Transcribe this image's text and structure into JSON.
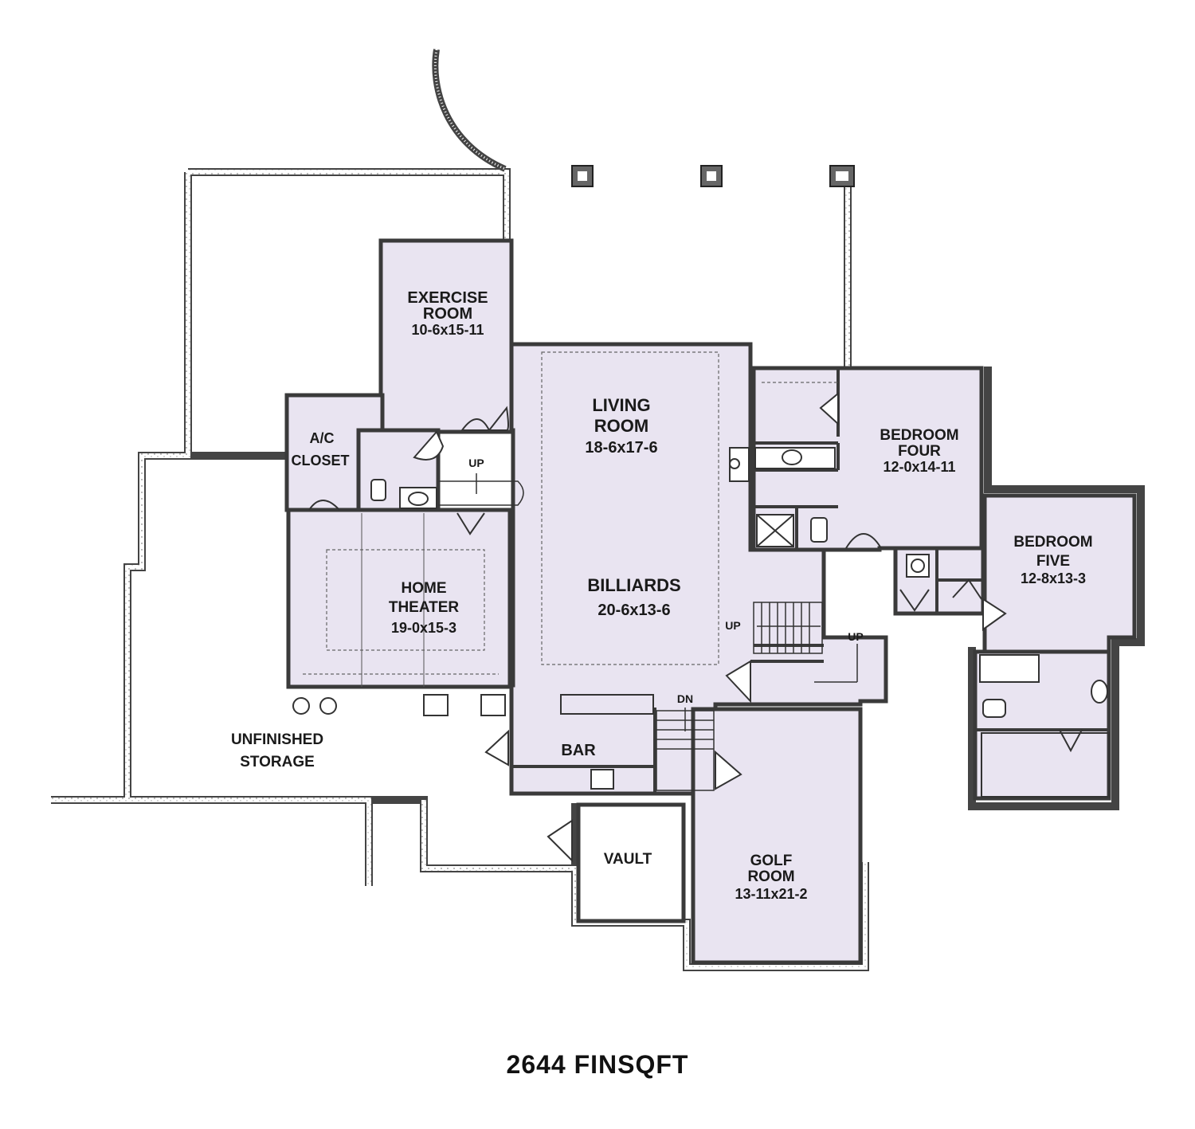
{
  "colors": {
    "room_fill": "#e9e4f1",
    "wall": "#3a3a3a",
    "outline": "#444444",
    "background": "#ffffff"
  },
  "rooms": {
    "exercise": {
      "name_line1": "EXERCISE",
      "name_line2": "ROOM",
      "size": "10-6x15-11"
    },
    "ac_closet": {
      "name_line1": "A/C",
      "name_line2": "CLOSET"
    },
    "living": {
      "name_line1": "LIVING",
      "name_line2": "ROOM",
      "size": "18-6x17-6"
    },
    "billiards": {
      "name": "BILLIARDS",
      "size": "20-6x13-6"
    },
    "home_theater": {
      "name_line1": "HOME",
      "name_line2": "THEATER",
      "size": "19-0x15-3"
    },
    "bedroom_four": {
      "name_line1": "BEDROOM",
      "name_line2": "FOUR",
      "size": "12-0x14-11"
    },
    "bedroom_five": {
      "name_line1": "BEDROOM",
      "name_line2": "FIVE",
      "size": "12-8x13-3"
    },
    "unfinished_storage": {
      "name_line1": "UNFINISHED",
      "name_line2": "STORAGE"
    },
    "bar": {
      "name": "BAR"
    },
    "vault": {
      "name": "VAULT"
    },
    "golf": {
      "name_line1": "GOLF",
      "name_line2": "ROOM",
      "size": "13-11x21-2"
    }
  },
  "stair_labels": {
    "up_exercise": "UP",
    "up_billiards": "UP",
    "up_hall": "UP",
    "dn_bar": "DN"
  },
  "caption": "2644 FINSQFT"
}
